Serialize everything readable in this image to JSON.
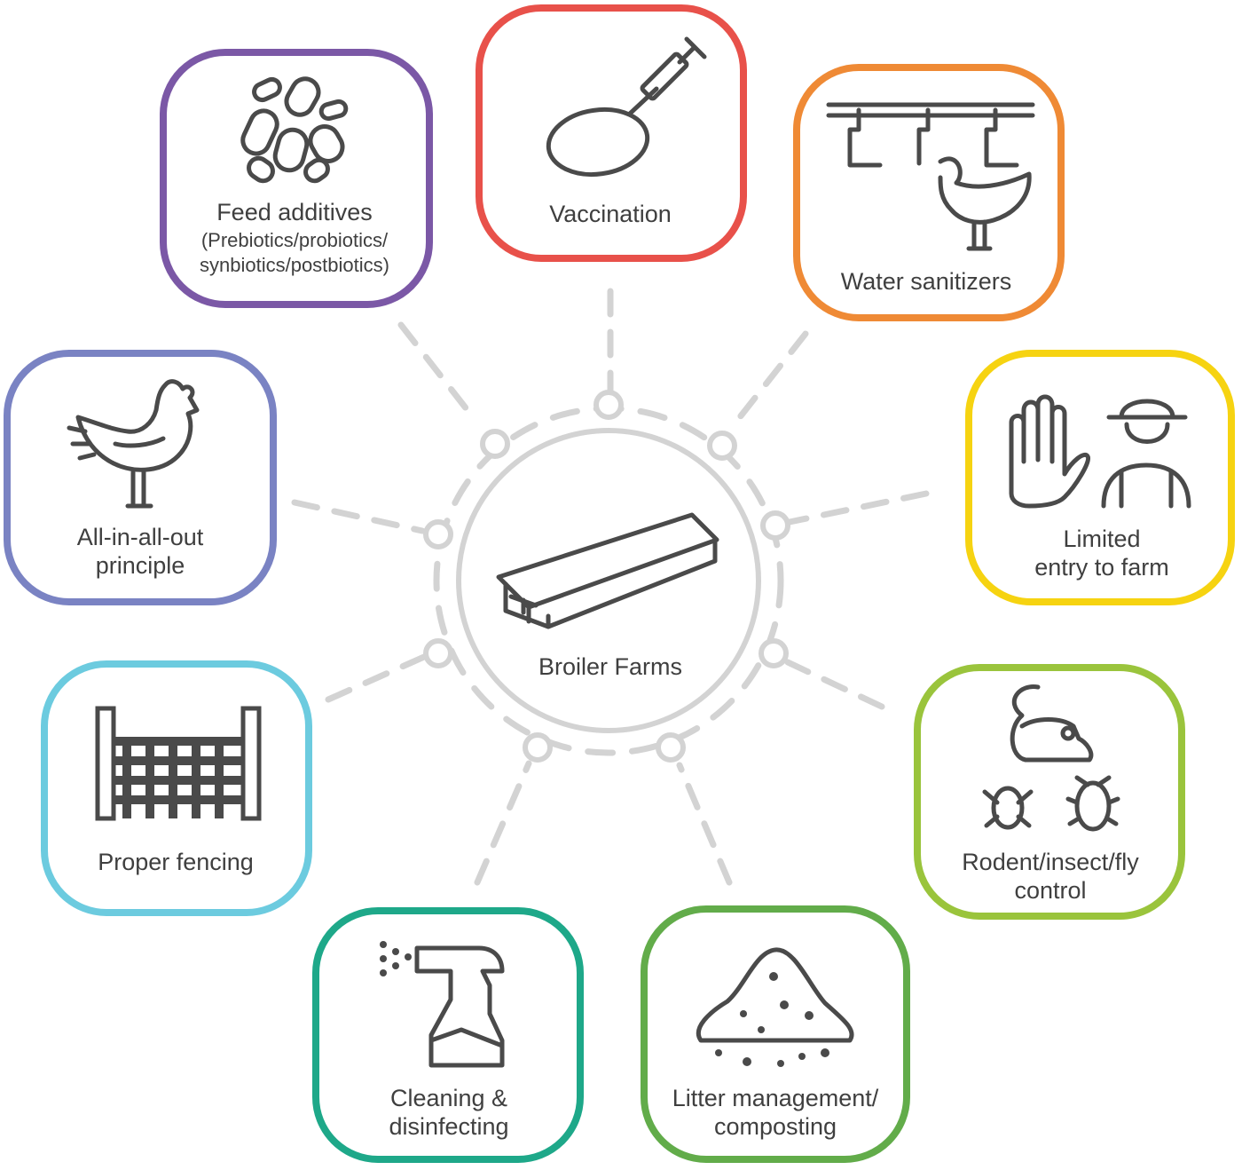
{
  "center": {
    "label": "Broiler Farms",
    "icon": "poultry-house-icon"
  },
  "colors": {
    "connector": "#d3d3d3",
    "icon": "#4a4a4a",
    "text": "#3f3f3f",
    "feed_additives": "#7b58a6",
    "vaccination": "#e8514a",
    "water_sanitizers": "#ef8a35",
    "limited_entry": "#f6d311",
    "rodent_control": "#9ac43c",
    "litter_management": "#62ac4a",
    "cleaning": "#1ea889",
    "fencing": "#6ccbdf",
    "all_in_all_out": "#7a83c3"
  },
  "nodes": [
    {
      "id": "feed-additives",
      "lines": [
        "Feed additives"
      ],
      "sub_lines": [
        "(Prebiotics/probiotics/",
        "synbiotics/postbiotics)"
      ],
      "icon": "pellets-icon"
    },
    {
      "id": "vaccination",
      "lines": [
        "Vaccination"
      ],
      "icon": "syringe-egg-icon"
    },
    {
      "id": "water-sanitizers",
      "lines": [
        "Water sanitizers"
      ],
      "icon": "water-line-chicken-icon"
    },
    {
      "id": "limited-entry",
      "lines": [
        "Limited",
        "entry to farm"
      ],
      "icon": "stop-hand-farmer-icon"
    },
    {
      "id": "rodent-control",
      "lines": [
        "Rodent/insect/fly",
        "control"
      ],
      "icon": "mouse-insects-icon"
    },
    {
      "id": "litter-management",
      "lines": [
        "Litter management/",
        "composting"
      ],
      "icon": "litter-pile-icon"
    },
    {
      "id": "cleaning",
      "lines": [
        "Cleaning &",
        "disinfecting"
      ],
      "icon": "spray-bottle-icon"
    },
    {
      "id": "fencing",
      "lines": [
        "Proper fencing"
      ],
      "icon": "fence-icon"
    },
    {
      "id": "all-in-all-out",
      "lines": [
        "All-in-all-out",
        "principle"
      ],
      "icon": "chicken-icon"
    }
  ]
}
